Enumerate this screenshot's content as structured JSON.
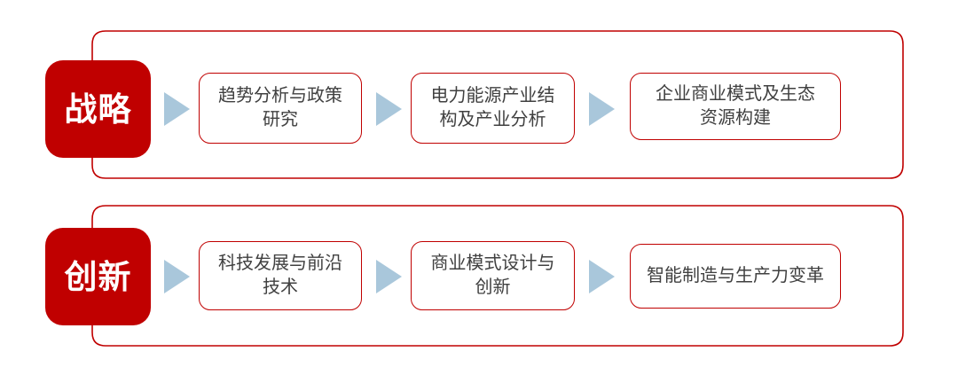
{
  "diagram": {
    "title": "",
    "colors": {
      "brand_red": "#C00000",
      "box_border": "#C00000",
      "arrow_blue": "#A9C7DB",
      "text_gray": "#404040",
      "background": "#FFFFFF"
    },
    "rows": [
      {
        "id": "row-strategy",
        "chip": {
          "label": "战略",
          "icon": "category-chip"
        },
        "arrows": [
          "arrow-right-icon",
          "arrow-right-icon",
          "arrow-right-icon"
        ],
        "steps": [
          {
            "label": "趋势分析与政策\n研究"
          },
          {
            "label": "电力能源产业结\n构及产业分析"
          },
          {
            "label": "企业商业模式及生态\n资源构建"
          }
        ]
      },
      {
        "id": "row-innovation",
        "chip": {
          "label": "创新",
          "icon": "category-chip"
        },
        "arrows": [
          "arrow-right-icon",
          "arrow-right-icon",
          "arrow-right-icon"
        ],
        "steps": [
          {
            "label": "科技发展与前沿\n技术"
          },
          {
            "label": "商业模式设计与\n创新"
          },
          {
            "label": "智能制造与生产力变革"
          }
        ]
      }
    ]
  }
}
